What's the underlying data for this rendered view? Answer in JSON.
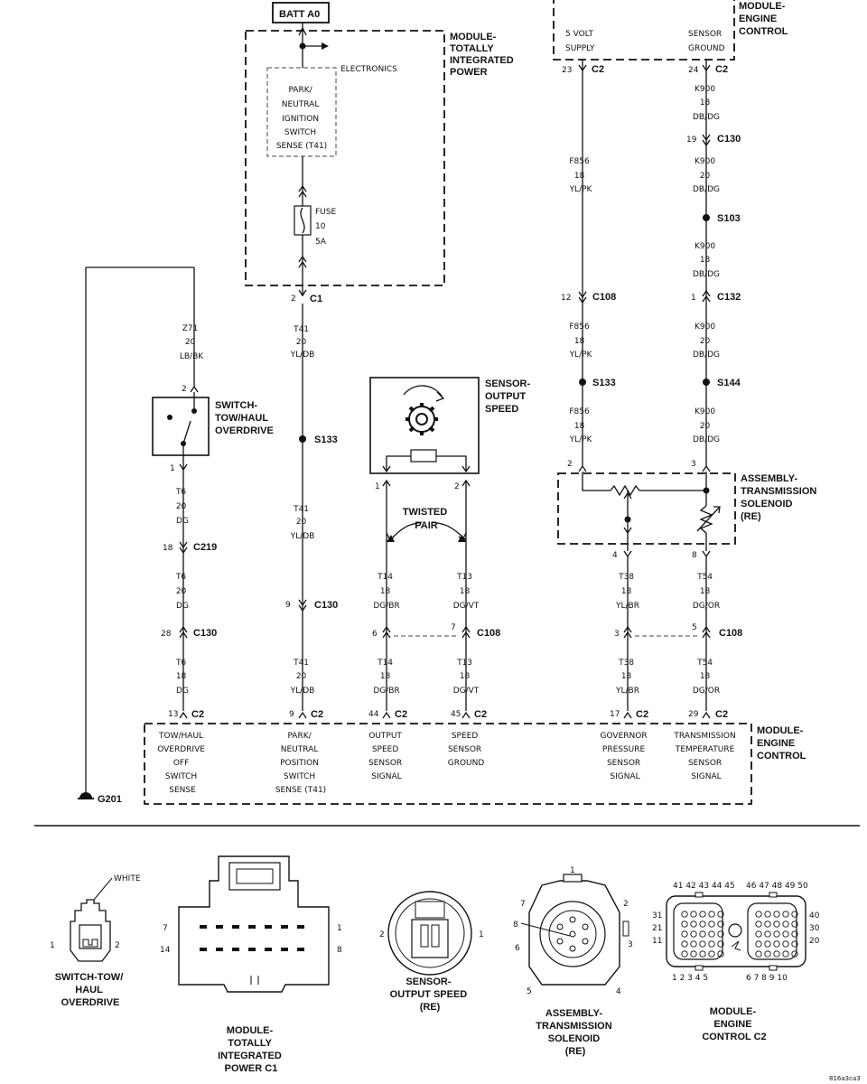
{
  "batt": "BATT A0",
  "modules": {
    "tipm": [
      "MODULE-",
      "TOTALLY",
      "INTEGRATED",
      "POWER"
    ],
    "pcm_top": [
      "MODULE-",
      "ENGINE",
      "CONTROL"
    ],
    "pcm_bottom": [
      "MODULE-",
      "ENGINE",
      "CONTROL"
    ],
    "oss": [
      "SENSOR-",
      "OUTPUT",
      "SPEED"
    ],
    "solenoid": [
      "ASSEMBLY-",
      "TRANSMISSION",
      "SOLENOID",
      "(RE)"
    ],
    "switch": [
      "SWITCH-",
      "TOW/HAUL",
      "OVERDRIVE"
    ]
  },
  "electronics": "ELECTRONICS",
  "tipm_inner": [
    "PARK/",
    "NEUTRAL",
    "IGNITION",
    "SWITCH",
    "SENSE (T41)"
  ],
  "fuse": [
    "FUSE",
    "10",
    "5A"
  ],
  "pcm_top_labels": {
    "left": [
      "5 VOLT",
      "SUPPLY"
    ],
    "right": [
      "SENSOR",
      "GROUND"
    ]
  },
  "twisted_pair": [
    "TWISTED",
    "PAIR"
  ],
  "ground": "G201",
  "wires": {
    "z71": [
      "Z71",
      "20",
      "LB/BK"
    ],
    "t6_20a": [
      "T6",
      "20",
      "DG"
    ],
    "t6_20b": [
      "T6",
      "20",
      "DG"
    ],
    "t6_18": [
      "T6",
      "18",
      "DG"
    ],
    "t41_a": [
      "T41",
      "20",
      "YL/DB"
    ],
    "t41_b": [
      "T41",
      "20",
      "YL/DB"
    ],
    "t41_c": [
      "T41",
      "20",
      "YL/DB"
    ],
    "t14_a": [
      "T14",
      "18",
      "DG/BR"
    ],
    "t14_b": [
      "T14",
      "18",
      "DG/BR"
    ],
    "t13_a": [
      "T13",
      "18",
      "DG/VT"
    ],
    "t13_b": [
      "T13",
      "18",
      "DG/VT"
    ],
    "f856_a": [
      "F856",
      "18",
      "YL/PK"
    ],
    "f856_b": [
      "F856",
      "18",
      "YL/PK"
    ],
    "f856_c": [
      "F856",
      "18",
      "YL/PK"
    ],
    "k900_a": [
      "K900",
      "18",
      "DB/DG"
    ],
    "k900_b": [
      "K900",
      "20",
      "DB/DG"
    ],
    "k900_c": [
      "K900",
      "18",
      "DB/DG"
    ],
    "k900_d": [
      "K900",
      "20",
      "DB/DG"
    ],
    "k900_e": [
      "K900",
      "20",
      "DB/DG"
    ],
    "t38_a": [
      "T38",
      "18",
      "YL/BR"
    ],
    "t38_b": [
      "T38",
      "18",
      "YL/BR"
    ],
    "t54_a": [
      "T54",
      "18",
      "DG/OR"
    ],
    "t54_b": [
      "T54",
      "18",
      "DG/OR"
    ]
  },
  "connectors": {
    "c1": "C1",
    "c2": "C2",
    "c130": "C130",
    "c108": "C108",
    "c219": "C219",
    "c132": "C132"
  },
  "splices": {
    "s133": "S133",
    "s103": "S103",
    "s144": "S144"
  },
  "pins": {
    "c2_23": "23",
    "c2_24": "24",
    "c130_19": "19",
    "c108_12": "12",
    "c132_1": "1",
    "sol_2": "2",
    "sol_3": "3",
    "sol_4": "4",
    "sol_8": "8",
    "c108_3": "3",
    "c108_5": "5",
    "c2_17": "17",
    "c2_29": "29",
    "tipm_c1_2": "2",
    "c130_9": "9",
    "c2_9": "9",
    "sw_2": "2",
    "sw_1": "1",
    "c219_18": "18",
    "c130_28": "28",
    "c2_13": "13",
    "oss_1": "1",
    "oss_2": "2",
    "c108_6": "6",
    "c108_7": "7",
    "c2_44": "44",
    "c2_45": "45"
  },
  "pcm_signals": {
    "tow": [
      "TOW/HAUL",
      "OVERDRIVE",
      "OFF",
      "SWITCH",
      "SENSE"
    ],
    "pns": [
      "PARK/",
      "NEUTRAL",
      "POSITION",
      "SWITCH",
      "SENSE (T41)"
    ],
    "oss": [
      "OUTPUT",
      "SPEED",
      "SENSOR",
      "SIGNAL"
    ],
    "ssg": [
      "SPEED",
      "SENSOR",
      "GROUND"
    ],
    "gps": [
      "GOVERNOR",
      "PRESSURE",
      "SENSOR",
      "SIGNAL"
    ],
    "tts": [
      "TRANSMISSION",
      "TEMPERATURE",
      "SENSOR",
      "SIGNAL"
    ]
  },
  "connector_views": {
    "switch": {
      "title": [
        "SWITCH-TOW/",
        "HAUL",
        "OVERDRIVE"
      ],
      "color": "WHITE",
      "pins": [
        "1",
        "2"
      ]
    },
    "tipm": {
      "title": [
        "MODULE-",
        "TOTALLY",
        "INTEGRATED",
        "POWER C1"
      ],
      "pins": [
        "7",
        "1",
        "14",
        "8"
      ]
    },
    "oss": {
      "title": [
        "SENSOR-",
        "OUTPUT SPEED",
        "(RE)"
      ],
      "pins": [
        "2",
        "1"
      ]
    },
    "sol": {
      "title": [
        "ASSEMBLY-",
        "TRANSMISSION",
        "SOLENOID",
        "(RE)"
      ],
      "pins": [
        "1",
        "2",
        "3",
        "4",
        "5",
        "6",
        "7",
        "8"
      ]
    },
    "pcm": {
      "title": [
        "MODULE-",
        "ENGINE",
        "CONTROL C2"
      ],
      "top_left": "41 42 43 44 45",
      "top_right": "46 47 48 49 50",
      "left_side": [
        "31",
        "21",
        "11"
      ],
      "right_side": [
        "40",
        "30",
        "20"
      ],
      "bottom_left": "1 2 3 4 5",
      "bottom_right": "6 7 8 9 10"
    }
  },
  "footer_code": "816a3ca3"
}
